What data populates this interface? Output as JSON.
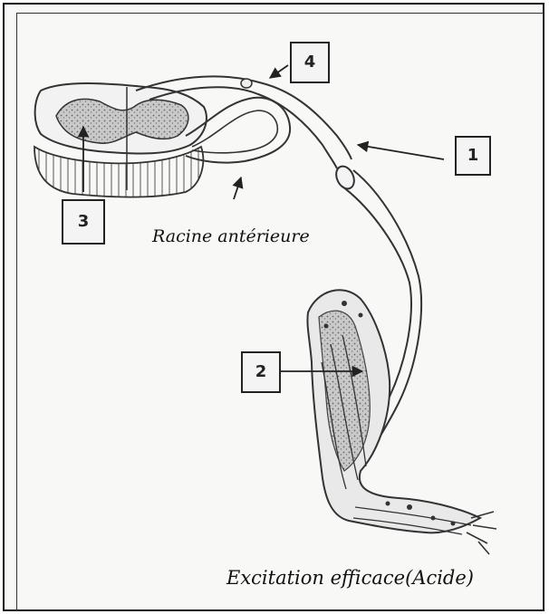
{
  "diagram": {
    "callouts": [
      {
        "id": "1",
        "text": "1"
      },
      {
        "id": "2",
        "text": "2"
      },
      {
        "id": "3",
        "text": "3"
      },
      {
        "id": "4",
        "text": "4"
      }
    ],
    "labels": {
      "anterior_root": "Racine antérieure",
      "stimulus": "Excitation efficace(Acide)"
    }
  }
}
